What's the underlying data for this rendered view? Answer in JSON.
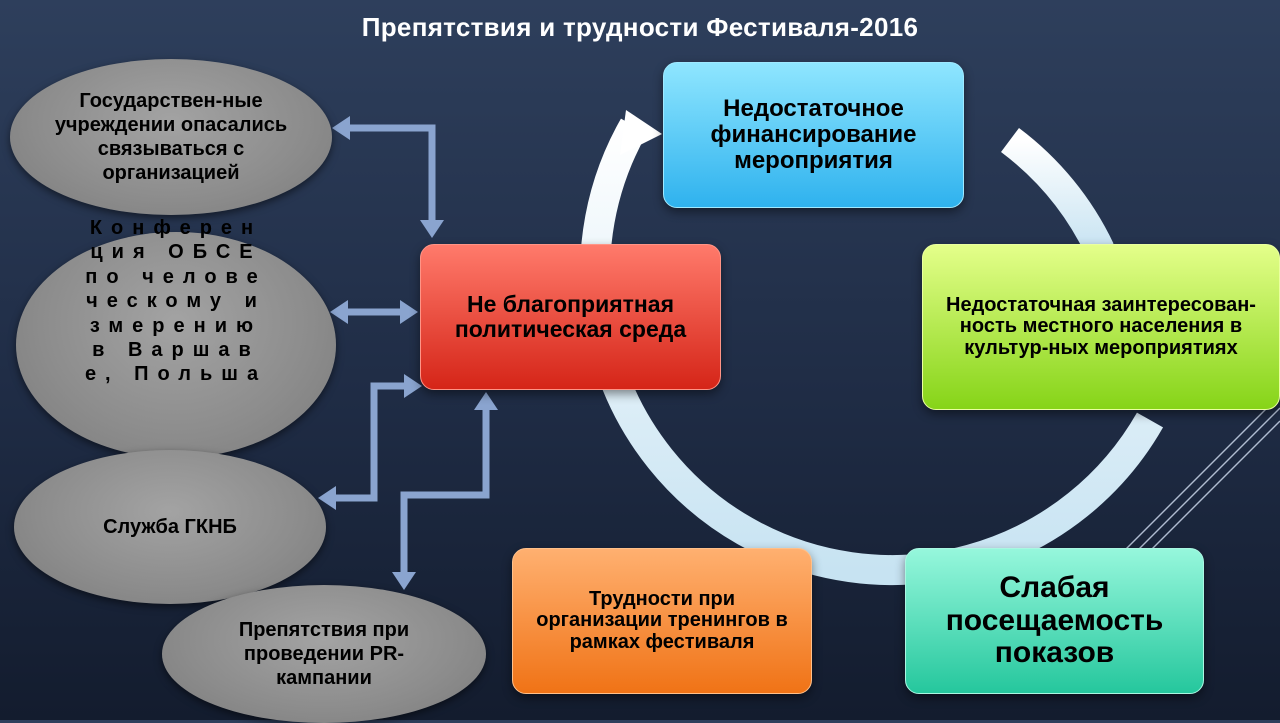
{
  "title": "Препятствия и трудности Фестиваля-2016",
  "cycle": {
    "financing": "Недостаточное финансирование мероприятия",
    "interest": "Недостаточная заинтересован-ность местного населения в культур-ных мероприятиях",
    "attendance": "Слабая посещаемость показов",
    "trainings": "Трудности при организации тренингов в рамках фестиваля",
    "political": "Не благоприятная политическая среда"
  },
  "causes": {
    "state_institutions": "Государствен-ные учреждении опасались связываться с организацией",
    "osce": "Конференция ОБСЕ по человеческому измерению в Варшаве, Польша",
    "gknb": "Служба ГКНБ",
    "pr": "Препятствия при проведении PR-кампании"
  },
  "colors": {
    "financing": "#2fb2ee",
    "interest": "#86d418",
    "attendance": "#25c79d",
    "trainings": "#f07316",
    "political": "#d52518",
    "cause_oval": "#8c8c8c",
    "connector": "#8aa4cf",
    "ring": "#d9ecf6"
  }
}
